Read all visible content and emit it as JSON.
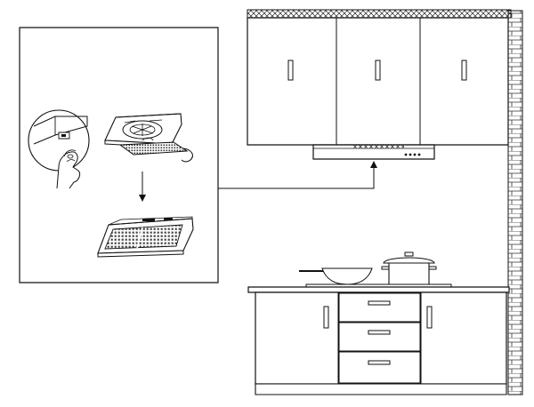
{
  "diagram": {
    "kind": "range-hood-installation-illustration",
    "text_labels": [],
    "colors": {
      "line": "#111111",
      "background": "#ffffff",
      "hatch": "#222222",
      "brick_mortar": "#333333",
      "filter_mesh": "#444444"
    },
    "inset": {
      "steps": [
        "pull-filter-release-latch",
        "remove-grease-filter",
        "filter-removed-hood-underside"
      ]
    },
    "kitchen": {
      "wall_cabinet_doors": 3,
      "base_cabinet_doors": 2,
      "drawers": 3,
      "hood_control_buttons": 4,
      "appliances": [
        "wok",
        "stock-pot",
        "induction-hob"
      ]
    }
  }
}
